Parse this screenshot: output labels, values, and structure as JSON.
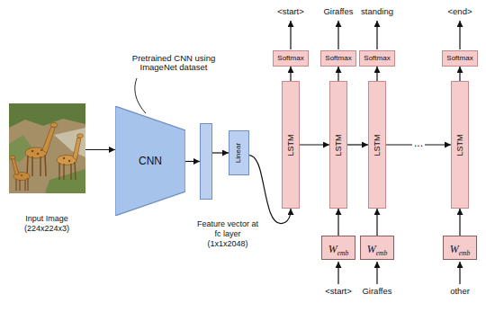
{
  "diagram": {
    "nodes": [
      {
        "text": [
          "Input Image (224x224x3)"
        ]
      },
      {
        "text": [
          "CNN"
        ]
      },
      {
        "text": [
          "Feature vector at fc layer (1x1x2048)"
        ]
      },
      {
        "text": [
          "Linear"
        ]
      },
      {
        "text": [
          "Softmax"
        ]
      },
      {
        "text": [
          "Softmax"
        ]
      },
      {
        "text": [
          "Softmax"
        ]
      },
      {
        "text": [
          "Softmax"
        ]
      },
      {
        "text": [
          "LSTM"
        ]
      },
      {
        "text": [
          "LSTM"
        ]
      },
      {
        "text": [
          "LSTM"
        ]
      },
      {
        "text": [
          "LSTM"
        ]
      },
      {
        "text": [
          "W",
          "emb"
        ]
      },
      {
        "text": [
          "W",
          "emb"
        ]
      },
      {
        "text": [
          "W",
          "emb"
        ]
      }
    ],
    "edges": [
      {
        "from": 0,
        "to": 1,
        "arrow": "to"
      },
      {
        "from": 1,
        "to": 2,
        "arrow": "to"
      },
      {
        "from": 2,
        "to": 3,
        "arrow": "to"
      },
      {
        "from": 3,
        "to": 8,
        "arrow": "to"
      },
      {
        "from": 8,
        "to": 4,
        "arrow": "to"
      },
      {
        "from": 9,
        "to": 5,
        "arrow": "to"
      },
      {
        "from": 10,
        "to": 6,
        "arrow": "to"
      },
      {
        "from": 11,
        "to": 7,
        "arrow": "to"
      },
      {
        "from": 8,
        "to": 9,
        "arrow": "to"
      },
      {
        "from": 9,
        "to": 10,
        "arrow": "to"
      },
      {
        "from": 10,
        "to": 11,
        "label": "...",
        "arrow": "to"
      },
      {
        "from": 12,
        "to": 9,
        "arrow": "to"
      },
      {
        "from": 13,
        "to": 10,
        "arrow": "to"
      },
      {
        "from": 14,
        "to": 11,
        "arrow": "to"
      }
    ],
    "labels": [
      "<start>",
      "Giraffes",
      "standing",
      "<end>",
      "<start>",
      "Giraffes",
      "other",
      "Pretrained CNN using ImageNet dataset"
    ]
  }
}
